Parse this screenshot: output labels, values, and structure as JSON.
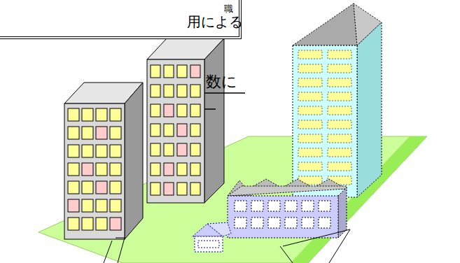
{
  "diagram": {
    "nodes": [
      {
        "text": [
          "職",
          "用による"
        ]
      }
    ],
    "labels": [
      "数に"
    ]
  }
}
